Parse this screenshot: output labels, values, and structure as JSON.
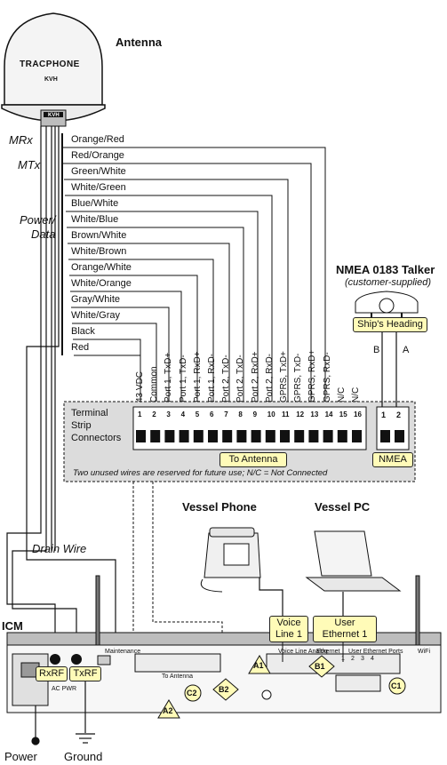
{
  "antenna": {
    "title": "Antenna",
    "brand": "TRACPHONE",
    "badge": "KVH",
    "logo_small": "KVH"
  },
  "left_labels": {
    "mrx": "MRx",
    "mtx": "MTx",
    "power_data": "Power/\nData",
    "drain_wire": "Drain Wire"
  },
  "wires": [
    "Orange/Red",
    "Red/Orange",
    "Green/White",
    "White/Green",
    "Blue/White",
    "White/Blue",
    "Brown/White",
    "White/Brown",
    "Orange/White",
    "White/Orange",
    "Gray/White",
    "White/Gray",
    "Black",
    "Red"
  ],
  "nmea": {
    "title": "NMEA 0183 Talker",
    "subtitle": "(customer-supplied)",
    "device_label": "Ship's Heading",
    "pin_b": "B",
    "pin_a": "A",
    "connector_label": "NMEA",
    "pins": [
      "1",
      "2"
    ]
  },
  "terminal": {
    "label": "Terminal\nStrip\nConnectors",
    "signals": [
      "43 VDC",
      "Common",
      "Port 1, TxD+",
      "Port 1, TxD-",
      "Port 1, RxD+",
      "Port 1, RxD-",
      "Port 2, TxD-",
      "Port 2, TxD-",
      "Port 2, RxD+",
      "Port 2, RxD-",
      "GPRS, TxD+",
      "GPRS, TxD-",
      "GPRS, RxD+",
      "GPRS, RxD-",
      "N/C",
      "N/C"
    ],
    "pins": [
      "1",
      "2",
      "3",
      "4",
      "5",
      "6",
      "7",
      "8",
      "9",
      "10",
      "11",
      "12",
      "13",
      "14",
      "15",
      "16"
    ],
    "to_antenna": "To Antenna",
    "note": "Two unused wires are reserved for future use; N/C = Not Connected"
  },
  "vessel_phone": {
    "title": "Vessel Phone",
    "port_label": "Voice\nLine 1"
  },
  "vessel_pc": {
    "title": "Vessel PC",
    "port_label": "User\nEthernet 1"
  },
  "icm": {
    "title": "ICM",
    "rxrf": "RxRF",
    "txrf": "TxRF",
    "markers": [
      "A1",
      "B1",
      "A2",
      "B2",
      "C2",
      "C1"
    ],
    "panel_voice": "Voice Line Analog",
    "panel_ethernet": "Ethernet",
    "panel_user_ports": "User Ethernet Ports",
    "panel_port_nums": [
      "1",
      "2",
      "3",
      "4"
    ],
    "panel_to_antenna": "To Antenna",
    "panel_ac": "AC PWR",
    "panel_serial": "Maintenance",
    "panel_wifi": "WiFi"
  },
  "bottom": {
    "power": "Power",
    "ground": "Ground"
  },
  "colors": {
    "label_fill": "#fffbb8",
    "strip_fill": "#dcdcdc",
    "dark": "#111111"
  }
}
